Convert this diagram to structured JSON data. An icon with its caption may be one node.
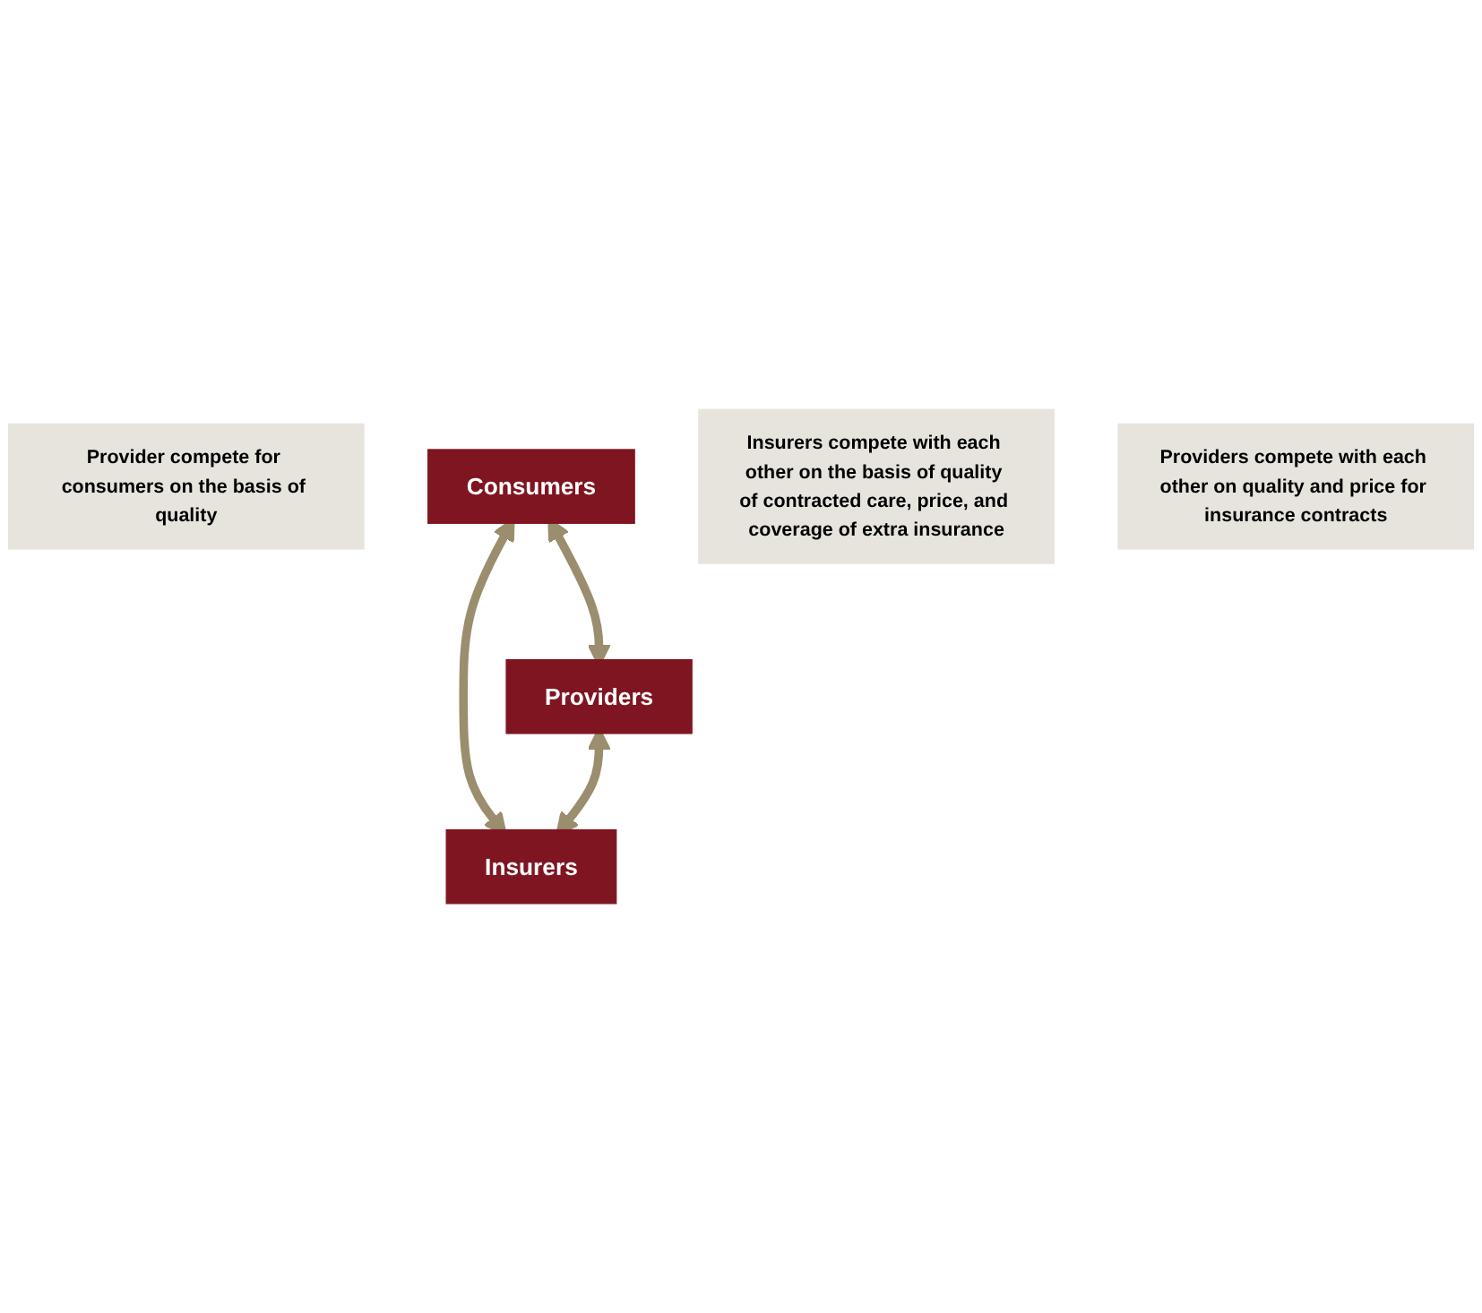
{
  "diagram": {
    "nodes": [
      {
        "text": [
          "Provider compete for consumers on the basis of quality"
        ]
      },
      {
        "text": [
          "Consumers"
        ]
      },
      {
        "text": [
          "Insurers compete with each other on the basis of quality of contracted care, price, and coverage of extra insurance"
        ]
      },
      {
        "text": [
          "Providers"
        ]
      },
      {
        "text": [
          "Insurers"
        ]
      },
      {
        "text": [
          "Providers compete with each other on quality and price for insurance contracts"
        ]
      }
    ],
    "edges": [
      {
        "from": 1,
        "to": 3,
        "arrow": "both"
      },
      {
        "from": 1,
        "to": 4,
        "arrow": "both"
      },
      {
        "from": 3,
        "to": 4,
        "arrow": "both"
      }
    ]
  }
}
